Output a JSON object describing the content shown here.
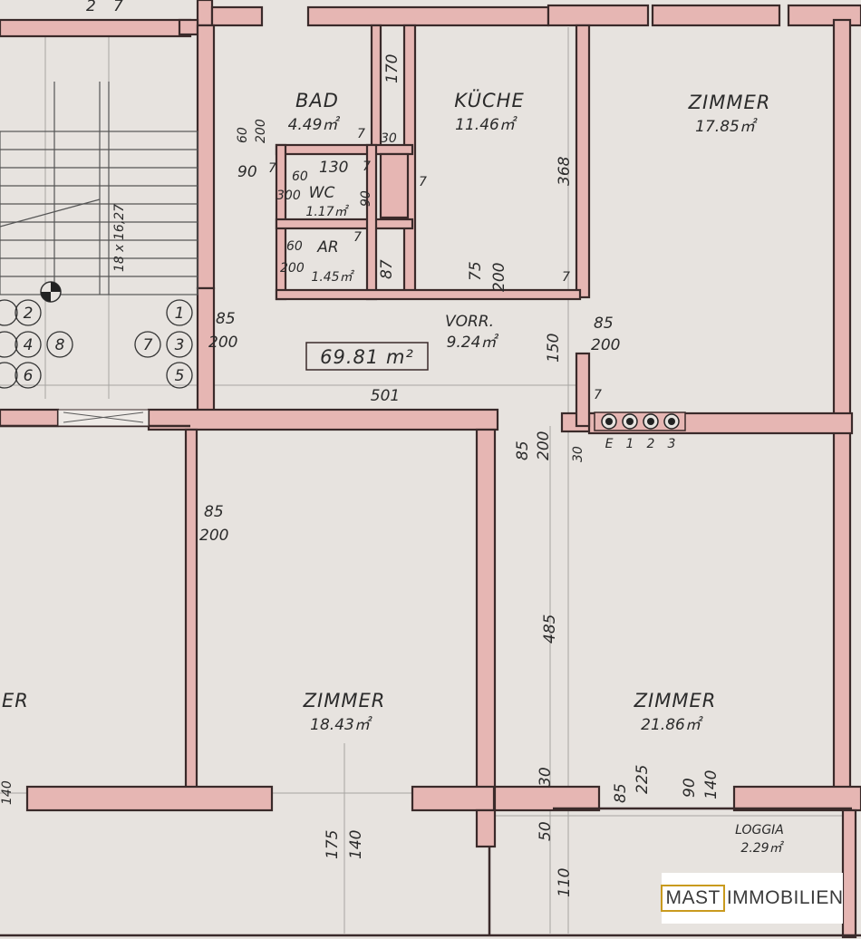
{
  "plan": {
    "rooms": [
      {
        "id": "bad",
        "name": "BAD",
        "area": "4.49㎡"
      },
      {
        "id": "kueche",
        "name": "KÜCHE",
        "area": "11.46㎡"
      },
      {
        "id": "zimmer-top",
        "name": "ZIMMER",
        "area": "17.85㎡"
      },
      {
        "id": "wc",
        "name": "WC",
        "area": "1.17㎡"
      },
      {
        "id": "ar",
        "name": "AR",
        "area": "1.45㎡"
      },
      {
        "id": "vorr",
        "name": "VORR.",
        "area": "9.24㎡"
      },
      {
        "id": "zimmer-mid",
        "name": "ZIMMER",
        "area": "18.43㎡"
      },
      {
        "id": "zimmer-right",
        "name": "ZIMMER",
        "area": "21.86㎡"
      },
      {
        "id": "loggia",
        "name": "LOGGIA",
        "area": "2.29㎡"
      },
      {
        "id": "zimmer-left",
        "name": "ER",
        "area": ""
      }
    ],
    "total_area": "69.81 m²",
    "dimensions": {
      "top_left": "2",
      "top_left2": "7",
      "bad_170": "170",
      "bad_60": "60",
      "bad_200": "200",
      "bad_7": "7",
      "bad_30": "30",
      "kueche_368": "368",
      "wc_90": "90",
      "wc_7a": "7",
      "wc_60": "60",
      "wc_130": "130",
      "wc_7b": "7",
      "wc_90b": "90",
      "wc_7c": "7",
      "wc_300": "300",
      "ar_60": "60",
      "ar_7": "7",
      "ar_200": "200",
      "ar_87": "87",
      "stair": "18 x 16,27",
      "door_75": "75",
      "door_200": "200",
      "door_7": "7",
      "vorr_85": "85",
      "vorr_200": "200",
      "vorr_150": "150",
      "vorr_85b": "85",
      "vorr_200b": "200",
      "vorr_7": "7",
      "vorr_501": "501",
      "mid_85": "85",
      "mid_200": "200",
      "mid_30": "30",
      "z_85": "85",
      "z_200": "200",
      "z_485": "485",
      "b_30": "30",
      "b_85": "85",
      "b_225": "225",
      "b_90": "90",
      "b_140": "140",
      "b_175": "175",
      "b_140b": "140",
      "b_50": "50",
      "b_110": "110",
      "left_140": "140"
    },
    "circles_left": [
      "2",
      "4",
      "8",
      "6"
    ],
    "circles_right": [
      "1",
      "7",
      "3",
      "5"
    ],
    "meters": [
      "E",
      "1",
      "2",
      "3"
    ]
  },
  "logo": {
    "part1": "MAST",
    "part2": "IMMOBILIEN"
  }
}
